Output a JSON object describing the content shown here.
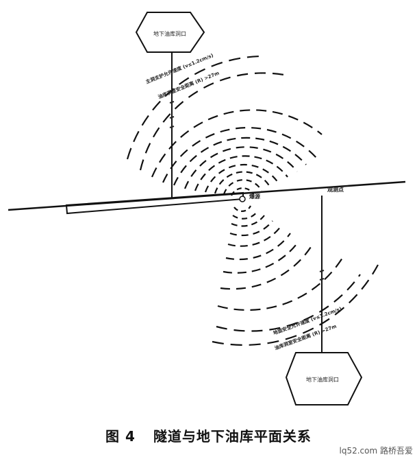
{
  "figure": {
    "caption_number": "图 4",
    "caption_text": "隧道与地下油库平面关系",
    "upper_box_label": "地下油库洞口",
    "lower_box_label": "地下油库洞口",
    "center_point_label": "爆源",
    "right_point_label": "观测点",
    "upper_arc_label_1": "主洞支护允许速度 (v≤1.2cm/s)",
    "upper_arc_label_2": "油库洞室安全距离 (R) >27m",
    "lower_arc_label_1": "地面安全允许速度 (v≤1.2cm/s)",
    "lower_arc_label_2": "油库洞室安全距离 (R) >27m"
  },
  "watermark": "lq52.com 路桥吾爱"
}
